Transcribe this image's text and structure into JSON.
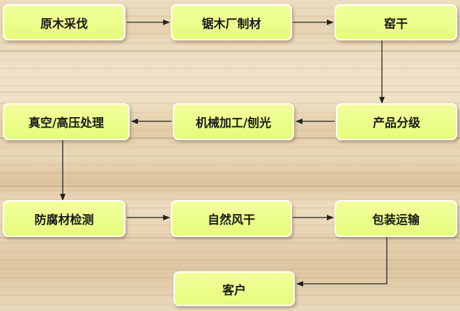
{
  "steps": {
    "s1": "原木采伐",
    "s2": "锯木厂制材",
    "s3": "窑干",
    "s4": "产品分级",
    "s5": "机械加工/刨光",
    "s6": "真空/高压处理",
    "s7": "防腐材检测",
    "s8": "自然风干",
    "s9": "包装运输",
    "s10": "客户"
  }
}
